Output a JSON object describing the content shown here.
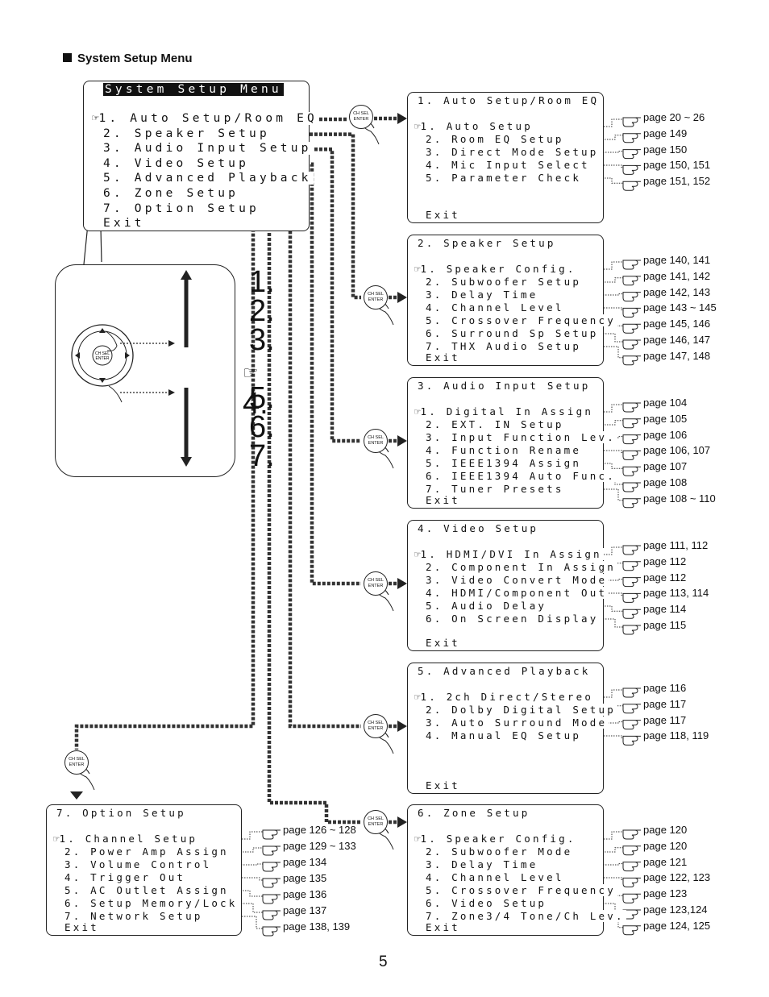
{
  "heading": "System Setup Menu",
  "page_number": "5",
  "main_menu": {
    "title": "System Setup Menu",
    "items": [
      "1. Auto Setup/Room EQ",
      "2. Speaker Setup",
      "3. Audio Input Setup",
      "4. Video Setup",
      "5. Advanced Playback",
      "6. Zone Setup",
      "7. Option Setup",
      "Exit"
    ]
  },
  "button_label": [
    "CH SEL",
    "ENTER"
  ],
  "remote_numbers": [
    "1.",
    "2.",
    "3.",
    "4.",
    "5.",
    "6.",
    "7."
  ],
  "submenus": [
    {
      "title": "1. Auto Setup/Room EQ",
      "items": [
        "1. Auto Setup",
        "2. Room EQ Setup",
        "3. Direct Mode Setup",
        "4. Mic Input Select",
        "5. Parameter Check"
      ],
      "exit": "Exit",
      "pages": [
        "page 20 ~ 26",
        "page 149",
        "page 150",
        "page 150, 151",
        "page 151, 152"
      ]
    },
    {
      "title": "2. Speaker Setup",
      "items": [
        "1. Speaker Config.",
        "2. Subwoofer Setup",
        "3. Delay Time",
        "4. Channel Level",
        "5. Crossover Frequency",
        "6. Surround Sp Setup",
        "7. THX Audio Setup"
      ],
      "exit": "Exit",
      "pages": [
        "page 140, 141",
        "page 141, 142",
        "page 142, 143",
        "page 143 ~ 145",
        "page 145, 146",
        "page 146, 147",
        "page 147, 148"
      ]
    },
    {
      "title": "3. Audio Input Setup",
      "items": [
        "1. Digital In Assign",
        "2. EXT. IN Setup",
        "3. Input Function Lev.",
        "4. Function Rename",
        "5. IEEE1394 Assign",
        "6. IEEE1394 Auto Func.",
        "7. Tuner Presets"
      ],
      "exit": "Exit",
      "pages": [
        "page 104",
        "page 105",
        "page 106",
        "page 106, 107",
        "page 107",
        "page 108",
        "page 108 ~ 110"
      ]
    },
    {
      "title": "4. Video Setup",
      "items": [
        "1. HDMI/DVI In Assign",
        "2. Component In Assign",
        "3. Video Convert Mode",
        "4. HDMI/Component Out",
        "5. Audio Delay",
        "6. On Screen Display"
      ],
      "exit": "Exit",
      "pages": [
        "page 111, 112",
        "page 112",
        "page 112",
        "page 113, 114",
        "page 114",
        "page 115"
      ]
    },
    {
      "title": "5. Advanced Playback",
      "items": [
        "1. 2ch Direct/Stereo",
        "2. Dolby Digital Setup",
        "3. Auto Surround Mode",
        "4. Manual EQ Setup"
      ],
      "exit": "Exit",
      "pages": [
        "page 116",
        "page 117",
        "page 117",
        "page 118, 119"
      ]
    },
    {
      "title": "6. Zone Setup",
      "items": [
        "1. Speaker Config.",
        "2. Subwoofer Mode",
        "3. Delay Time",
        "4. Channel Level",
        "5. Crossover Frequency",
        "6. Video Setup",
        "7. Zone3/4 Tone/Ch Lev."
      ],
      "exit": "Exit",
      "pages": [
        "page 120",
        "page 120",
        "page 121",
        "page 122, 123",
        "page 123",
        "page 123,124",
        "page 124, 125"
      ]
    },
    {
      "title": "7. Option Setup",
      "items": [
        "1. Channel Setup",
        "2. Power Amp Assign",
        "3. Volume Control",
        "4. Trigger Out",
        "5. AC Outlet Assign",
        "6. Setup Memory/Lock",
        "7. Network Setup"
      ],
      "exit": "Exit",
      "pages": [
        "page 126 ~ 128",
        "page 129 ~ 133",
        "page 134",
        "page 135",
        "page 136",
        "page 137",
        "page 138, 139"
      ]
    }
  ]
}
